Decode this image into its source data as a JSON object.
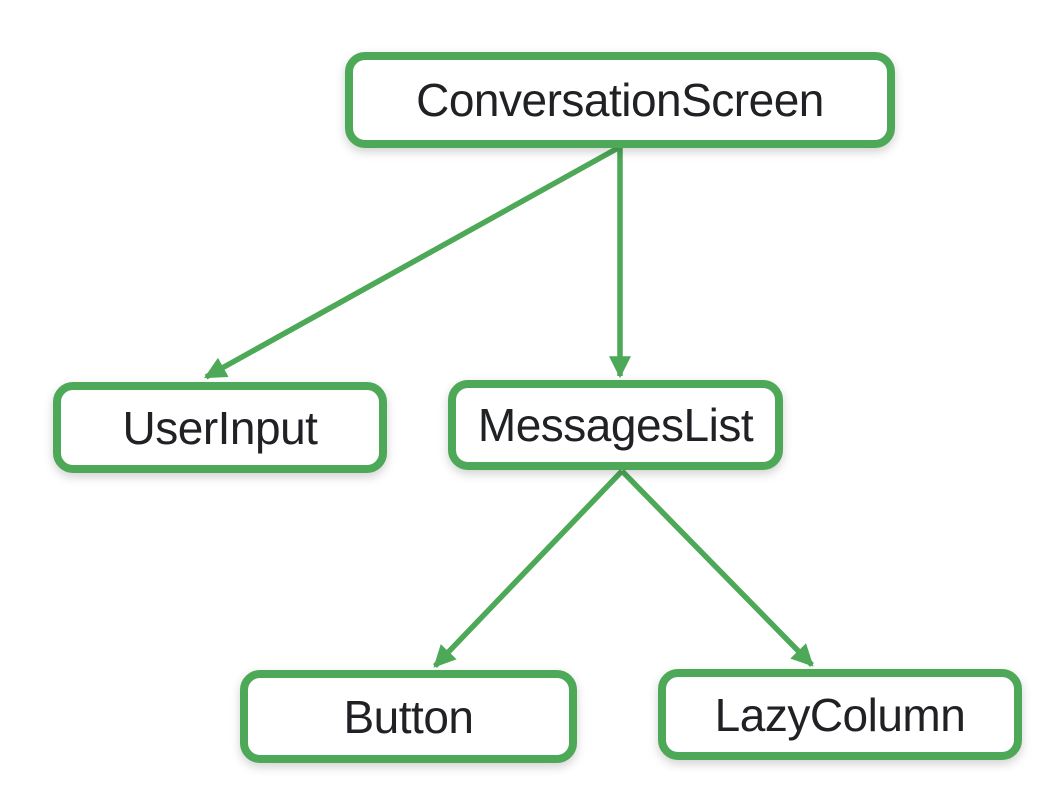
{
  "diagram": {
    "type": "tree",
    "accent_color": "#4DA857",
    "text_color": "#202124",
    "nodes": [
      {
        "id": "conversation-screen",
        "label": "ConversationScreen"
      },
      {
        "id": "user-input",
        "label": "UserInput"
      },
      {
        "id": "messages-list",
        "label": "MessagesList"
      },
      {
        "id": "button",
        "label": "Button"
      },
      {
        "id": "lazy-column",
        "label": "LazyColumn"
      }
    ],
    "edges": [
      {
        "from": "ConversationScreen",
        "to": "UserInput"
      },
      {
        "from": "ConversationScreen",
        "to": "MessagesList"
      },
      {
        "from": "MessagesList",
        "to": "Button"
      },
      {
        "from": "MessagesList",
        "to": "LazyColumn"
      }
    ]
  }
}
